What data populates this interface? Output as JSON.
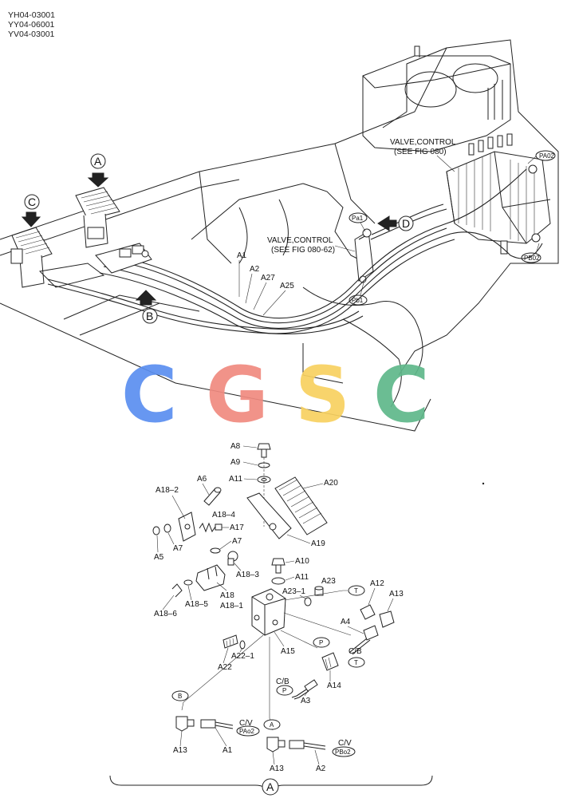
{
  "header": {
    "codes": [
      "YH04-03001",
      "YY04-06001",
      "YV04-03001"
    ]
  },
  "callouts": {
    "valve_control_1": [
      "VALVE,CONTROL",
      "(SEE FIG 080)"
    ],
    "valve_control_2": [
      "VALVE,CONTROL",
      "(SEE FIG 080-62)"
    ],
    "ports": {
      "pa1": "Pa1",
      "pb1": "Pb1",
      "pa02": "PA02",
      "pb02": "PB02"
    },
    "views": {
      "a": "A",
      "b": "B",
      "c": "C",
      "d": "D"
    },
    "hose_labels": {
      "a1": "A1",
      "a2": "A2",
      "a27": "A27",
      "a25": "A25"
    }
  },
  "watermark": {
    "letters": [
      "C",
      "G",
      "S",
      "C"
    ],
    "colors": [
      "#5b8ff0",
      "#f08a80",
      "#f8d160",
      "#5fb88a"
    ]
  },
  "parts": {
    "a8": "A8",
    "a9": "A9",
    "a11_top": "A11",
    "a6": "A6",
    "a18_2": "A18–2",
    "a20": "A20",
    "a18_4": "A18–4",
    "a17": "A17",
    "a5": "A5",
    "a7_left": "A7",
    "a7_mid": "A7",
    "a19": "A19",
    "a18_3": "A18–3",
    "a10": "A10",
    "a11_mid": "A11",
    "a23": "A23",
    "a23_1": "A23–1",
    "a18": "A18",
    "a18_1": "A18–1",
    "a18_5": "A18–5",
    "a18_6": "A18–6",
    "a12": "A12",
    "a13_right": "A13",
    "a4": "A4",
    "cb_t": "C/B",
    "a15": "A15",
    "a22_1": "A22–1",
    "a22": "A22",
    "a14": "A14",
    "cb_p": "C/B",
    "a3": "A3",
    "cv_1": "C/V",
    "a13_left": "A13",
    "a1": "A1",
    "cv_2": "C/V",
    "a13_mid": "A13",
    "a2": "A2"
  },
  "tags": {
    "t1": "T",
    "t2": "T",
    "p1": "P",
    "p2": "P",
    "b": "B",
    "a": "A",
    "pao2": "PAo2",
    "pbo2": "PBo2"
  },
  "footer": {
    "view_label": "A"
  }
}
